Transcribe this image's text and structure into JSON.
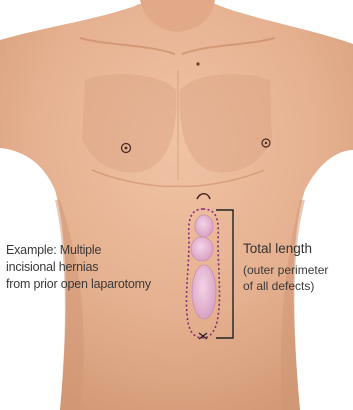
{
  "caption": {
    "lines": [
      "Example: Multiple",
      "incisional hernias",
      "from prior open laparotomy"
    ]
  },
  "measurement": {
    "title": "Total length",
    "subtitle_lines": [
      "(outer perimeter",
      "of all defects)"
    ]
  },
  "colors": {
    "skin": "#e7b494",
    "skin_shadow": "#c98d6a",
    "hernia_fill": "#e7b8d4",
    "dotted_outline": "#8a2a7a",
    "bracket": "#222222"
  }
}
